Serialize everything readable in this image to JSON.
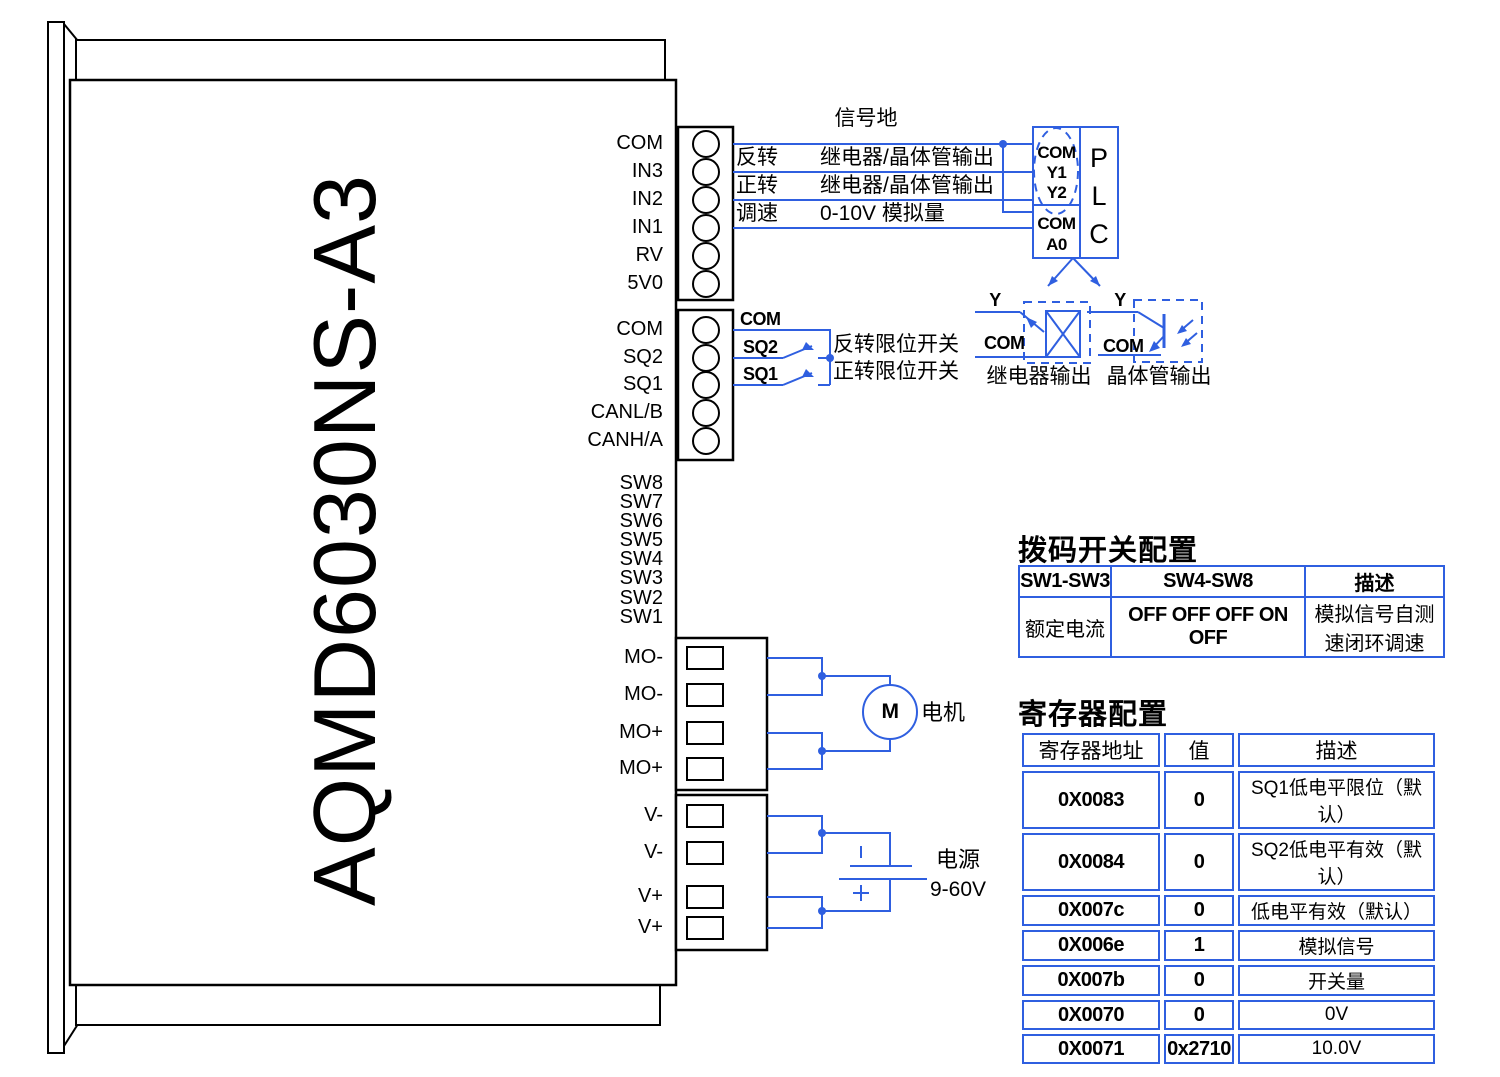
{
  "colors": {
    "wire_blue": "#2f5fe0",
    "line_black": "#000000"
  },
  "device": {
    "model": "AQMD6030NS-A3"
  },
  "io_block1": {
    "labels": [
      "COM",
      "IN3",
      "IN2",
      "IN1",
      "RV",
      "5V0"
    ]
  },
  "io_block2": {
    "labels": [
      "COM",
      "SQ2",
      "SQ1",
      "CANL/B",
      "CANH/A"
    ]
  },
  "dip_pins": [
    "SW8",
    "SW7",
    "SW6",
    "SW5",
    "SW4",
    "SW3",
    "SW2",
    "SW1"
  ],
  "motor_pins": [
    "MO-",
    "MO-",
    "MO+",
    "MO+"
  ],
  "power_pins": [
    "V-",
    "V-",
    "V+",
    "V+"
  ],
  "signal_wires": {
    "ground_label": "信号地",
    "rows": [
      {
        "name": "反转",
        "desc": "继电器/晶体管输出"
      },
      {
        "name": "正转",
        "desc": "继电器/晶体管输出"
      },
      {
        "name": "调速",
        "desc": "0-10V 模拟量"
      }
    ]
  },
  "plc": {
    "out_group": [
      "COM",
      "Y1",
      "Y2"
    ],
    "analog_group": [
      "COM",
      "A0"
    ],
    "letters": [
      "P",
      "L",
      "C"
    ]
  },
  "limit_switches": {
    "com": "COM",
    "sq2": "SQ2",
    "sq1": "SQ1",
    "sq2_desc": "反转限位开关",
    "sq1_desc": "正转限位开关"
  },
  "output_types": {
    "relay": {
      "y": "Y",
      "com": "COM",
      "label": "继电器输出"
    },
    "transistor": {
      "y": "Y",
      "com": "COM",
      "label": "晶体管输出"
    }
  },
  "motor": {
    "symbol": "M",
    "label": "电机"
  },
  "power_supply": {
    "minus_sign": "-",
    "plus_sign": "+",
    "label": "电源",
    "range": "9-60V"
  },
  "dip_table": {
    "title": "拨码开关配置",
    "headers": [
      "SW1-SW3",
      "SW4-SW8",
      "描述"
    ],
    "row": {
      "c0": "额定电流",
      "c1": "OFF OFF OFF ON OFF",
      "c2_line1": "模拟信号自测",
      "c2_line2": "速闭环调速"
    }
  },
  "reg_table": {
    "title": "寄存器配置",
    "headers": [
      "寄存器地址",
      "值",
      "描述"
    ],
    "rows": [
      [
        "0X0083",
        "0",
        "SQ1低电平限位（默认）"
      ],
      [
        "0X0084",
        "0",
        "SQ2低电平有效（默认）"
      ],
      [
        "0X007c",
        "0",
        "低电平有效（默认）"
      ],
      [
        "0X006e",
        "1",
        "模拟信号"
      ],
      [
        "0X007b",
        "0",
        "开关量"
      ],
      [
        "0X0070",
        "0",
        "0V"
      ],
      [
        "0X0071",
        "0x2710",
        "10.0V"
      ]
    ]
  }
}
